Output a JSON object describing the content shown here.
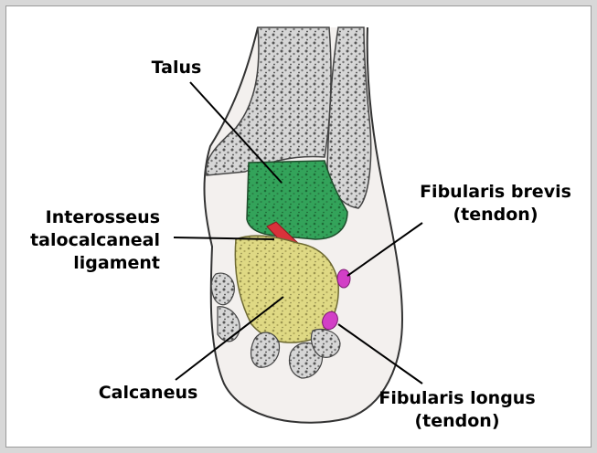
{
  "labels": {
    "talus": "Talus",
    "interosseus": [
      "Interosseus",
      "talocalcaneal",
      "ligament"
    ],
    "fibularis_brevis": [
      "Fibularis brevis",
      "(tendon)"
    ],
    "calcaneus": "Calcaneus",
    "fibularis_longus": [
      "Fibularis longus",
      "(tendon)"
    ]
  },
  "colors": {
    "talus": "#2f9e55",
    "calcaneus": "#dcd77f",
    "ligament": "#d9323b",
    "tendon": "#d23fc6",
    "bone": "#b9b9b9"
  }
}
